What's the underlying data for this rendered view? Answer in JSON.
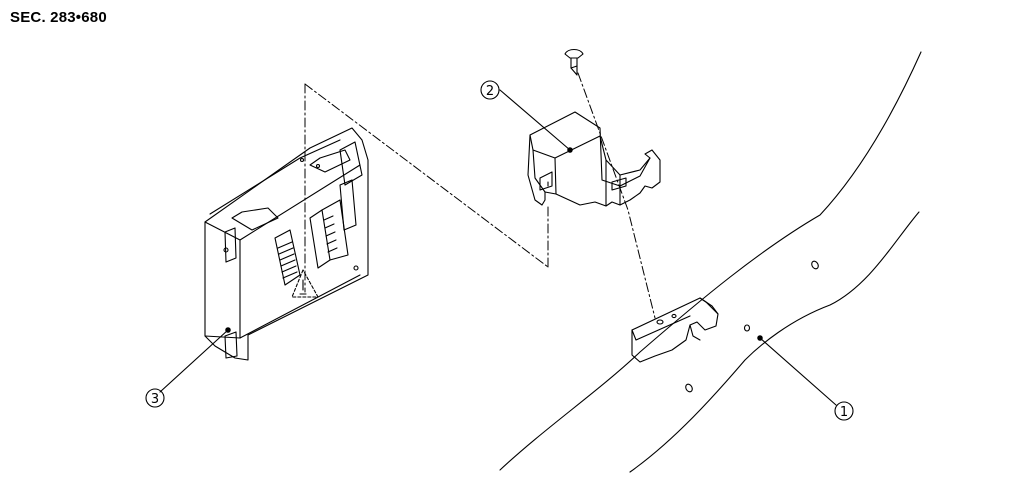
{
  "section_label": "SEC. 283•680",
  "callouts": {
    "part1": "1",
    "part2": "2",
    "part3": "3"
  }
}
